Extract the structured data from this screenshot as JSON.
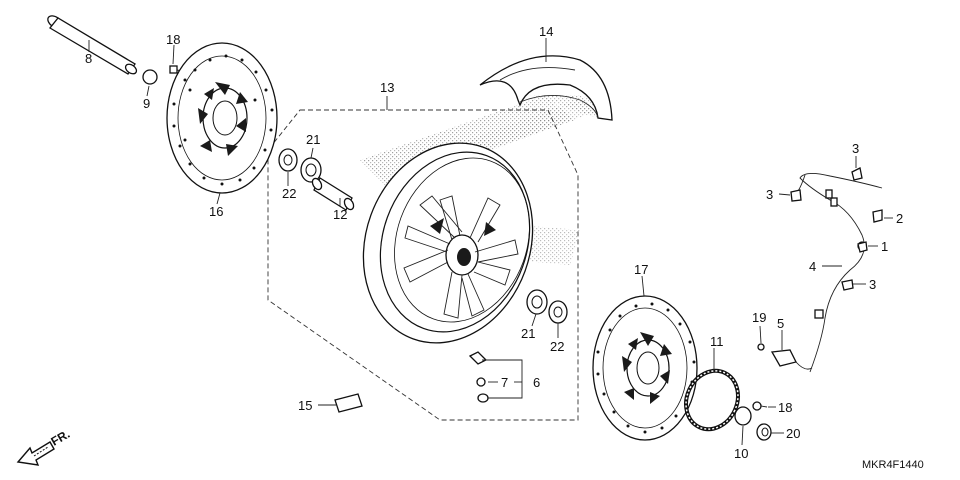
{
  "diagram_code": "MKR4F1440",
  "direction_label": "FR.",
  "callouts": {
    "c1": "1",
    "c2": "2",
    "c3a": "3",
    "c3b": "3",
    "c3c": "3",
    "c4": "4",
    "c5": "5",
    "c6": "6",
    "c7": "7",
    "c8": "8",
    "c9": "9",
    "c10": "10",
    "c12": "12",
    "c13": "13",
    "c14": "14",
    "c15": "15",
    "c16": "16",
    "c17": "17",
    "c18a": "18",
    "c18b": "18",
    "c19": "19",
    "c20": "20",
    "c21a": "21",
    "c21b": "21",
    "c22a": "22",
    "c22b": "22"
  },
  "colors": {
    "line": "#111111",
    "shade": "#888888",
    "background": "#ffffff"
  }
}
